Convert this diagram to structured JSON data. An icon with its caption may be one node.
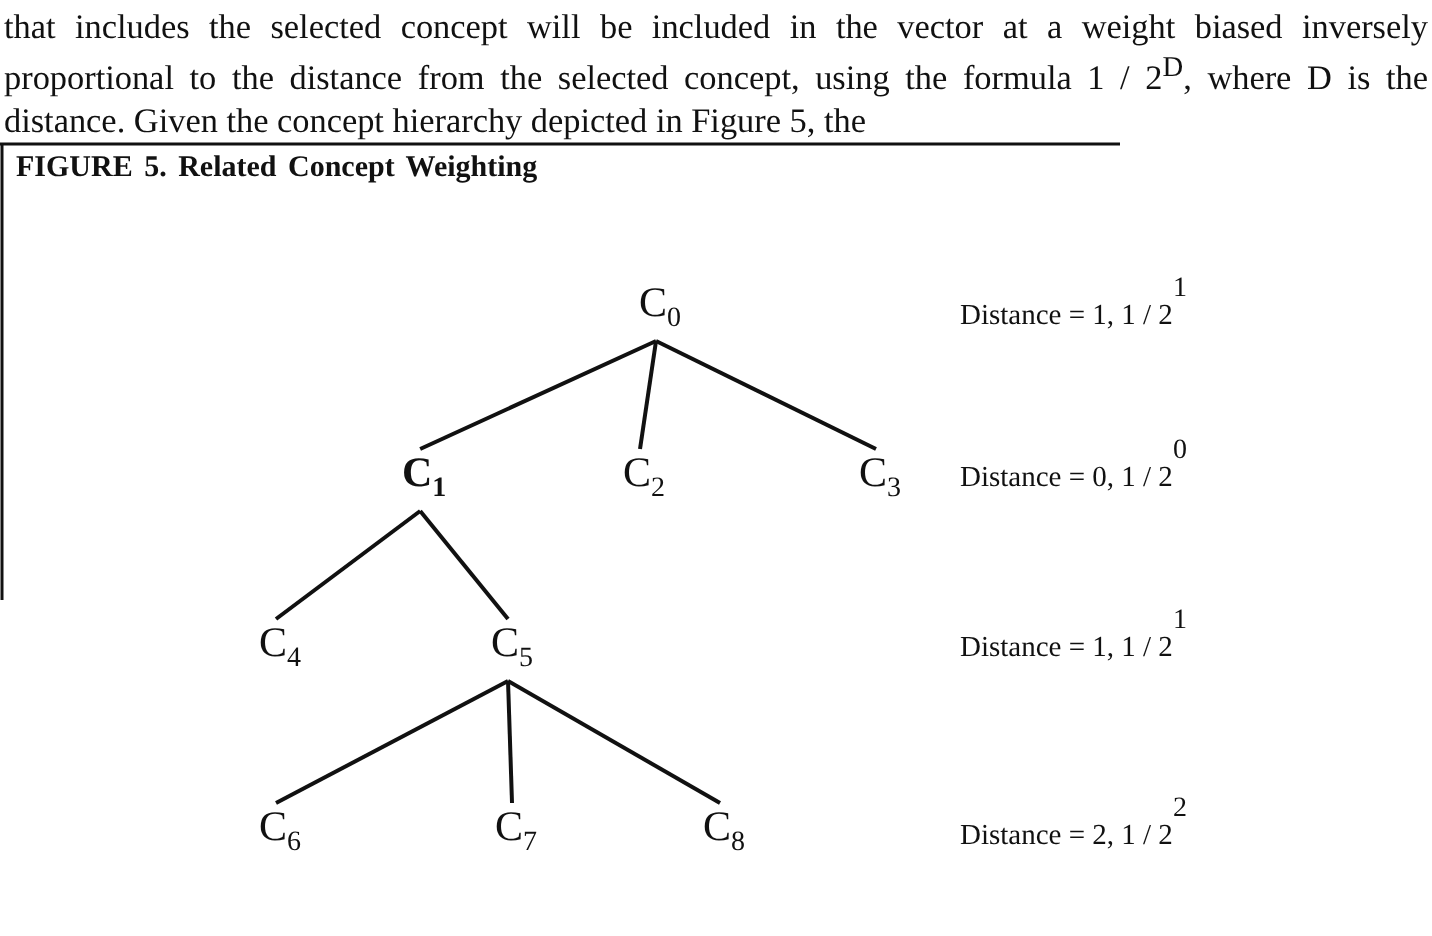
{
  "diagram": {
    "title": "FIGURE 5. Related Concept Weighting",
    "nodes": [
      {
        "text": [
          "C$_{0}$"
        ]
      },
      {
        "text": [
          "C$_{1}$"
        ]
      },
      {
        "text": [
          "C$_{2}$"
        ]
      },
      {
        "text": [
          "C$_{3}$"
        ]
      },
      {
        "text": [
          "C$_{4}$"
        ]
      },
      {
        "text": [
          "C$_{5}$"
        ]
      },
      {
        "text": [
          "C$_{6}$"
        ]
      },
      {
        "text": [
          "C$_{7}$"
        ]
      },
      {
        "text": [
          "C$_{8}$"
        ]
      }
    ],
    "edges": [
      {
        "from": 0,
        "to": 1,
        "arrow": "none"
      },
      {
        "from": 0,
        "to": 2,
        "arrow": "none"
      },
      {
        "from": 0,
        "to": 3,
        "arrow": "none"
      },
      {
        "from": 1,
        "to": 4,
        "arrow": "none"
      },
      {
        "from": 1,
        "to": 5,
        "arrow": "none"
      },
      {
        "from": 5,
        "to": 6,
        "arrow": "none"
      },
      {
        "from": 5,
        "to": 7,
        "arrow": "none"
      },
      {
        "from": 5,
        "to": 8,
        "arrow": "none"
      }
    ],
    "labels": [
      "that includes the selected concept will be included in the vector at a weight biased inversely proportional to the distance from the selected concept, using the formula 1 / 2$^{D}$, where D is the distance. Given the concept hierarchy depicted in Figure 5, the",
      "Distance = 1, 1 / 2$^{1}$",
      "Distance = 0, 1 / 2$^{0}$",
      "Distance = 1, 1 / 2$^{1}$",
      "Distance = 2, 1 / 2$^{2}$"
    ]
  }
}
